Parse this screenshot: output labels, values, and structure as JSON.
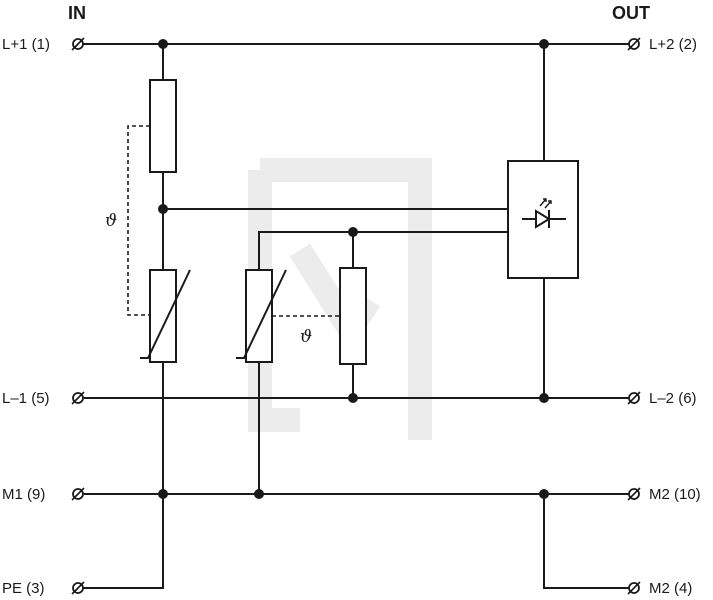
{
  "headers": {
    "in": "IN",
    "out": "OUT"
  },
  "terminals": {
    "l_plus_1": "L+1 (1)",
    "l_plus_2": "L+2 (2)",
    "l_minus_1": "L–1 (5)",
    "l_minus_2": "L–2 (6)",
    "m1": "M1 (9)",
    "m2_10": "M2 (10)",
    "pe": "PE (3)",
    "m2_4": "M2 (4)"
  },
  "symbols": {
    "theta": "ϑ"
  },
  "colors": {
    "line": "#1a1a1a",
    "background": "#ffffff",
    "watermark": "#ececec"
  },
  "icons": [
    "terminal-icon",
    "led-icon",
    "fuse-icon",
    "varistor-icon",
    "thermal-link-icon"
  ]
}
